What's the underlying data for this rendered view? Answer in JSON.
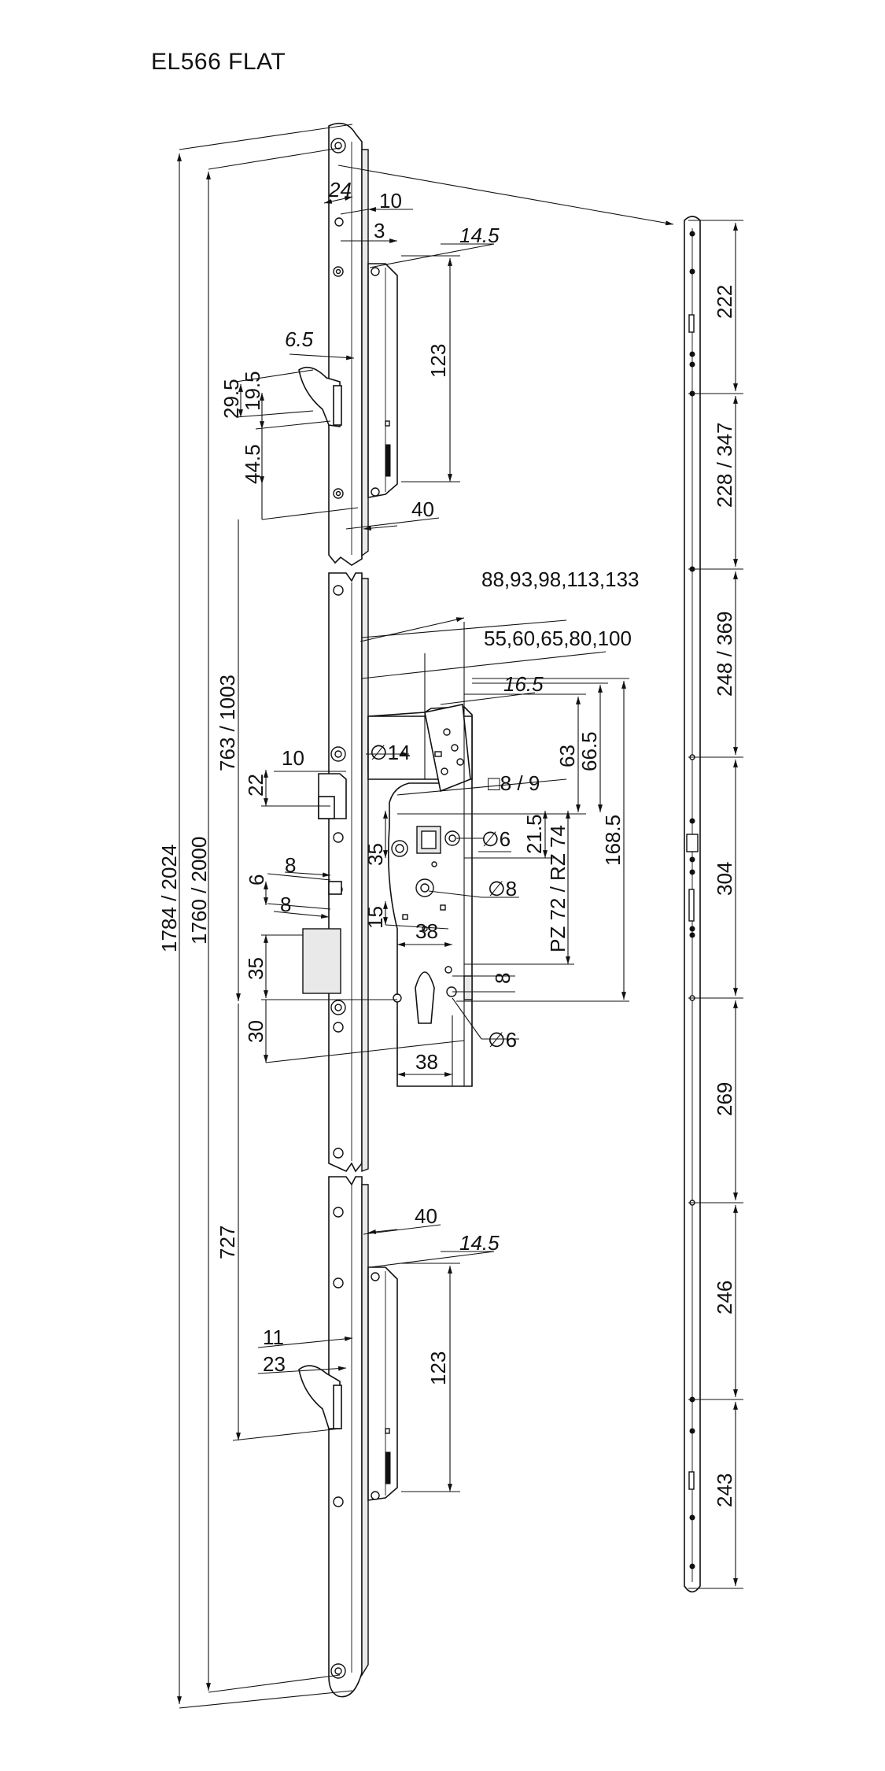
{
  "title": "EL566 FLAT",
  "dimensions": {
    "top_section": {
      "plate_width": "24",
      "offset_10": "10",
      "offset_3": "3",
      "hook_depth": "14.5",
      "hook_height": "123",
      "hook_projection": "6.5",
      "upper_29_5": "29.5",
      "upper_19_5": "19.5",
      "upper_44_5": "44.5",
      "bottom_40": "40"
    },
    "mid_section": {
      "backsets_88": "88,93,98,113,133",
      "backsets_55": "55,60,65,80,100",
      "dim_16_5": "16.5",
      "hole_14": "14",
      "dim_10": "10",
      "dim_22": "22",
      "square": "8 / 9",
      "dim_63": "63",
      "dim_66_5": "66.5",
      "hole_6_top": "6",
      "dim_21_5": "21.5",
      "pz": "PZ 72 / RZ 74",
      "dim_168_5": "168.5",
      "dim_35_side": "35",
      "hole_8": "8",
      "dim_6": "6",
      "dim_8a": "8",
      "dim_8b": "8",
      "dim_15": "15",
      "dim_38_top": "38",
      "dim_35_left": "35",
      "cyl_8": "8",
      "dim_30": "30",
      "hole_6_bottom": "6",
      "dim_38_bottom": "38"
    },
    "bottom_section": {
      "bottom_40": "40",
      "hook_depth": "14.5",
      "hook_height": "123",
      "dim_11": "11",
      "dim_23": "23",
      "dim_727": "727"
    },
    "overall": {
      "dim_1784": "1784 / 2024",
      "dim_1760": "1760 / 2000",
      "dim_763": "763 / 1003"
    },
    "faceplate": {
      "seg_1": "222",
      "seg_2": "228 / 347",
      "seg_3": "248 / 369",
      "seg_4": "304",
      "seg_5": "269",
      "seg_6": "246",
      "seg_7": "243"
    },
    "phi": "∅",
    "square_symbol": "□"
  }
}
